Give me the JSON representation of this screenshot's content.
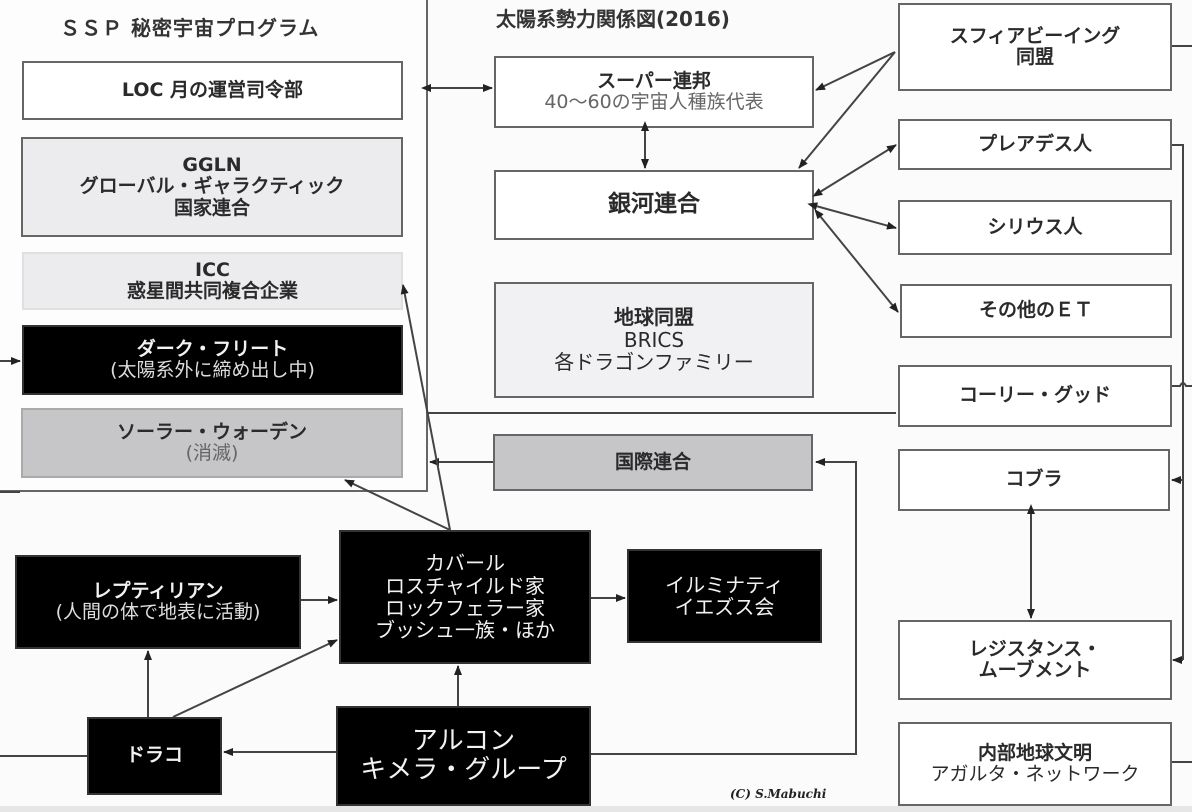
{
  "title": "太陽系勢力関係図(2016)",
  "ssp": {
    "title": "ＳＳＰ 秘密宇宙プログラム",
    "loc": "LOC 月の運営司令部",
    "ggln": [
      "GGLN",
      "グローバル・ギャラクティック",
      "国家連合"
    ],
    "icc": [
      "ICC",
      "惑星間共同複合企業"
    ],
    "dark_fleet": [
      "ダーク・フリート",
      "(太陽系外に締め出し中)"
    ],
    "solar_warden": [
      "ソーラー・ウォーデン",
      "(消滅)"
    ]
  },
  "center": {
    "super_federation": [
      "スーパー連邦",
      "40〜60の宇宙人種族代表"
    ],
    "galactic_federation": "銀河連合",
    "earth_alliance": [
      "地球同盟",
      "BRICS",
      "各ドラゴンファミリー"
    ],
    "international_union": "国際連合"
  },
  "right": {
    "sphere_being": [
      "スフィアビーイング",
      "同盟"
    ],
    "pleiadians": "プレアデス人",
    "sirians": "シリウス人",
    "other_et": "その他のＥＴ",
    "corey_goode": "コーリー・グッド",
    "cobra": "コブラ",
    "resistance": [
      "レジスタンス・",
      "ムーブメント"
    ],
    "agartha": [
      "内部地球文明",
      "アガルタ・ネットワーク"
    ]
  },
  "dark": {
    "reptilian": [
      "レプティリアン",
      "(人間の体で地表に活動)"
    ],
    "cabal": [
      "カバール",
      "ロスチャイルド家",
      "ロックフェラー家",
      "ブッシュ一族・ほか"
    ],
    "illuminati": [
      "イルミナティ",
      "イエズス会"
    ],
    "draco": "ドラコ",
    "archon": [
      "アルコン",
      "キメラ・グループ"
    ]
  },
  "credit": "(C) S.Mabuchi",
  "colors": {
    "line": "#444444",
    "black_box": "#000000",
    "gray_box": "#c6c5c8",
    "light_box": "#ececee"
  }
}
